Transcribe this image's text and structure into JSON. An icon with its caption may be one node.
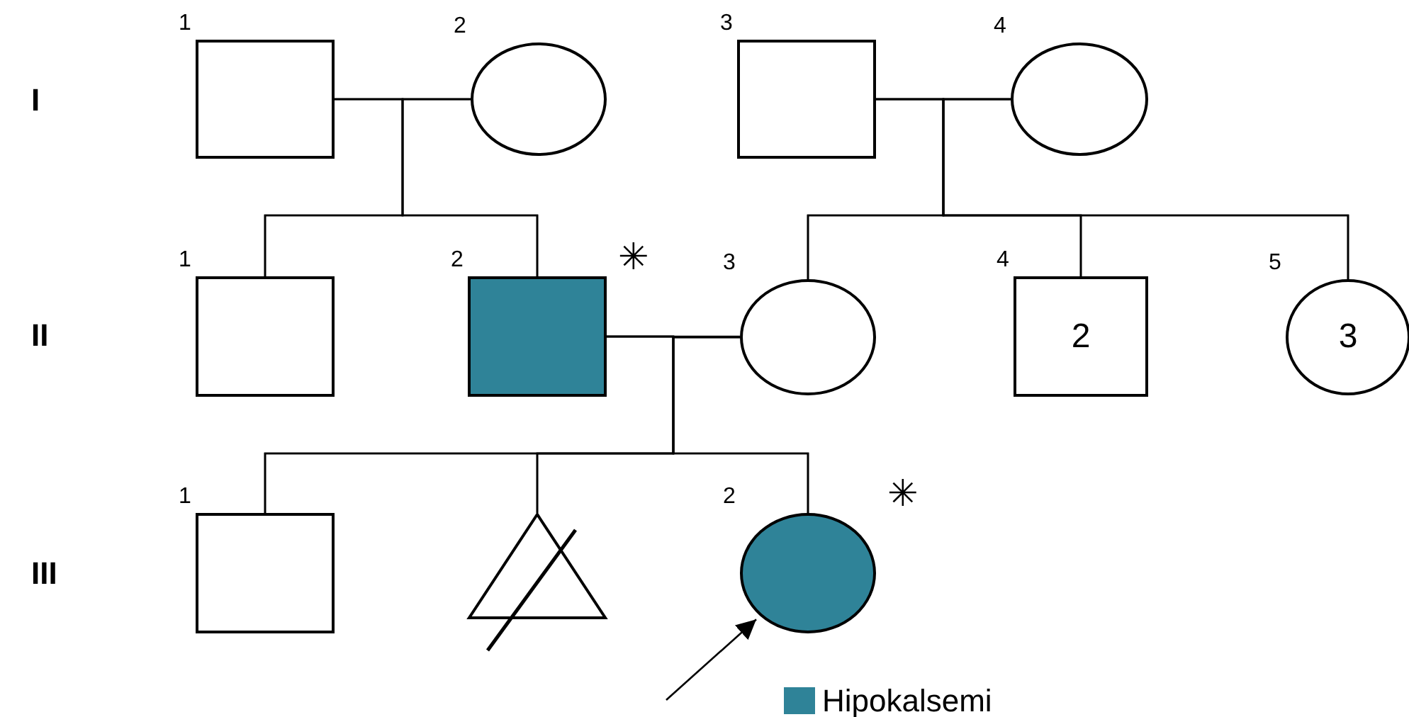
{
  "diagram": {
    "nodes": [
      {
        "text": [],
        "shape": "box",
        "beside": [
          "1"
        ]
      },
      {
        "text": [],
        "shape": "circle",
        "beside": [
          "2"
        ]
      },
      {
        "text": [],
        "shape": "box",
        "beside": [
          "3"
        ]
      },
      {
        "text": [],
        "shape": "circle",
        "beside": [
          "4"
        ]
      },
      {
        "text": [],
        "shape": "box",
        "beside": [
          "1"
        ]
      },
      {
        "text": [],
        "shape": "box",
        "beside": [
          "2",
          "✳"
        ]
      },
      {
        "text": [],
        "shape": "circle",
        "beside": [
          "3"
        ]
      },
      {
        "text": [
          "2"
        ],
        "beside": [
          "4"
        ]
      },
      {
        "text": [
          "3"
        ],
        "beside": [
          "5"
        ]
      },
      {
        "text": [],
        "shape": "box",
        "beside": [
          "1"
        ]
      },
      {
        "text": [],
        "shape": "triangle"
      },
      {
        "text": [],
        "shape": "circle",
        "beside": [
          "2",
          "✳"
        ]
      }
    ],
    "edges": [
      {
        "from": 0,
        "to": 1,
        "arrow": "none"
      },
      {
        "from": 2,
        "to": 3,
        "arrow": "none"
      },
      {
        "from": 5,
        "to": 6,
        "arrow": "none"
      },
      {
        "from": 0,
        "to": 4,
        "arrow": "none"
      },
      {
        "from": 1,
        "to": 4,
        "arrow": "none"
      },
      {
        "from": 0,
        "to": 5,
        "arrow": "none"
      },
      {
        "from": 1,
        "to": 5,
        "arrow": "none"
      },
      {
        "from": 2,
        "to": 6,
        "arrow": "none"
      },
      {
        "from": 3,
        "to": 6,
        "arrow": "none"
      },
      {
        "from": 2,
        "to": 7,
        "arrow": "none"
      },
      {
        "from": 3,
        "to": 7,
        "arrow": "none"
      },
      {
        "from": 2,
        "to": 8,
        "arrow": "none"
      },
      {
        "from": 3,
        "to": 8,
        "arrow": "none"
      },
      {
        "from": 5,
        "to": 9,
        "arrow": "none"
      },
      {
        "from": 6,
        "to": 9,
        "arrow": "none"
      },
      {
        "from": 5,
        "to": 10,
        "arrow": "none"
      },
      {
        "from": 6,
        "to": 10,
        "arrow": "none"
      },
      {
        "from": 5,
        "to": 11,
        "arrow": "none"
      },
      {
        "from": 6,
        "to": 11,
        "arrow": "none"
      },
      {
        "from": null,
        "to": 11,
        "arrow": "to"
      }
    ],
    "labels": [
      "I",
      "II",
      "III"
    ],
    "legend": [
      {
        "text": "Hipokalsemi",
        "color": "#2f8398"
      }
    ]
  }
}
